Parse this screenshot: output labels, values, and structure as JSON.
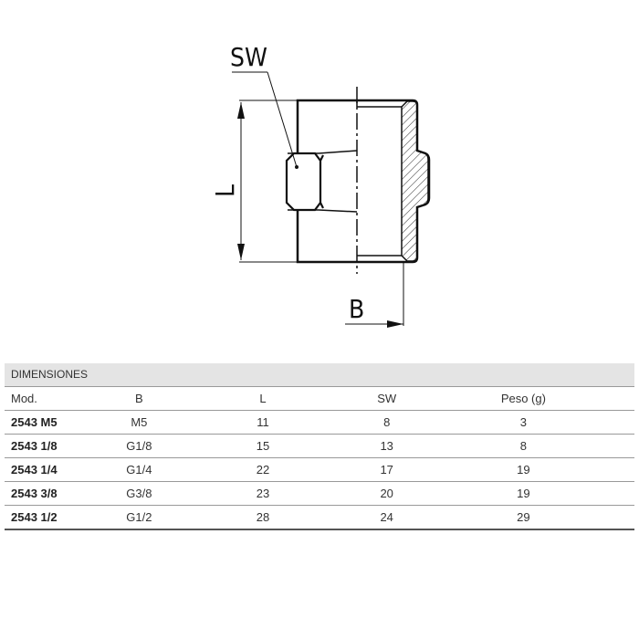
{
  "drawing": {
    "label_sw": "SW",
    "label_l": "L",
    "label_b": "B"
  },
  "table": {
    "title": "DIMENSIONES",
    "headers": [
      "Mod.",
      "B",
      "L",
      "SW",
      "Peso (g)"
    ],
    "rows": [
      [
        "2543 M5",
        "M5",
        "11",
        "8",
        "3"
      ],
      [
        "2543 1/8",
        "G1/8",
        "15",
        "13",
        "8"
      ],
      [
        "2543 1/4",
        "G1/4",
        "22",
        "17",
        "19"
      ],
      [
        "2543 3/8",
        "G3/8",
        "23",
        "20",
        "19"
      ],
      [
        "2543 1/2",
        "G1/2",
        "28",
        "24",
        "29"
      ]
    ]
  }
}
